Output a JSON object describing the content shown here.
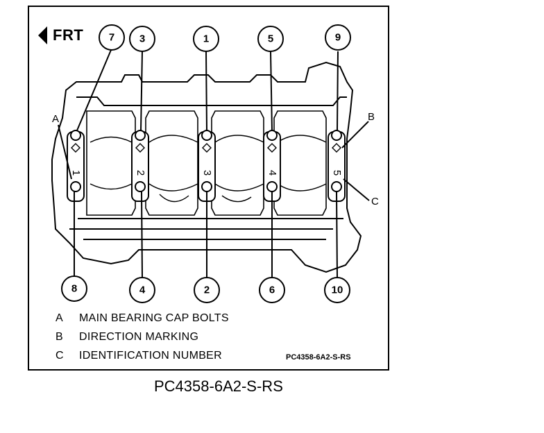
{
  "direction": {
    "label": "FRT"
  },
  "callouts": {
    "top": [
      "7",
      "3",
      "1",
      "5",
      "9"
    ],
    "bottom": [
      "8",
      "4",
      "2",
      "6",
      "10"
    ]
  },
  "letters": {
    "a": "A",
    "b": "B",
    "c": "C"
  },
  "cap_numbers": [
    "1",
    "2",
    "3",
    "4",
    "5"
  ],
  "legend": [
    {
      "key": "A",
      "text": "MAIN BEARING CAP BOLTS"
    },
    {
      "key": "B",
      "text": "DIRECTION MARKING"
    },
    {
      "key": "C",
      "text": "IDENTIFICATION NUMBER"
    }
  ],
  "figure_ref_inner": "PC4358-6A2-S-RS",
  "figure_ref_outer": "PC4358-6A2-S-RS",
  "colors": {
    "line": "#000000",
    "background": "#ffffff"
  }
}
